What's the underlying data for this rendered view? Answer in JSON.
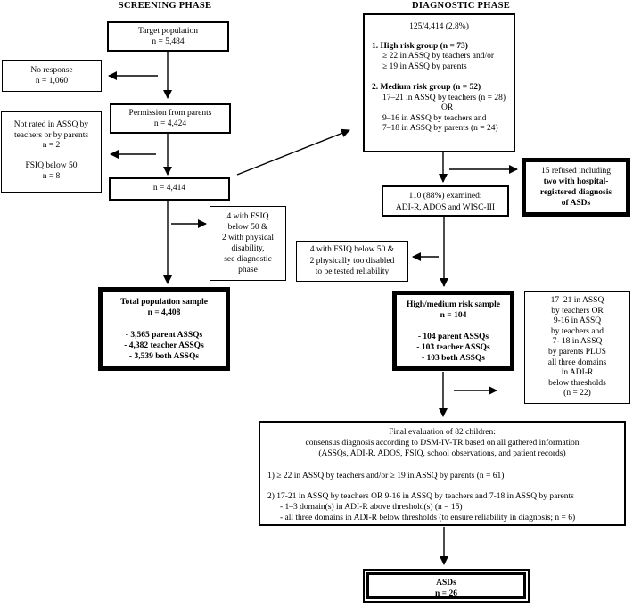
{
  "titles": {
    "screening": "SCREENING PHASE",
    "diagnostic": "DIAGNOSTIC PHASE"
  },
  "colors": {
    "line": "#000000",
    "background": "#ffffff"
  },
  "boxes": {
    "target_population": {
      "lines": [
        "Target population",
        "n = 5,484"
      ]
    },
    "no_response": {
      "lines": [
        "No response",
        "n = 1,060"
      ]
    },
    "permission": {
      "lines": [
        "Permission from parents",
        "n = 4,424"
      ]
    },
    "not_rated": {
      "lines": [
        "Not rated in ASSQ by",
        "teachers or by parents",
        "n = 2",
        "",
        "FSIQ below 50",
        "n = 8"
      ]
    },
    "n4414": {
      "lines": [
        "n = 4,414"
      ]
    },
    "diagnostic_group": {
      "rate": "125/4,414 (2.8%)",
      "high_risk_title": "1. High risk group (n = 73)",
      "high_risk_criteria": [
        "≥ 22 in ASSQ by teachers and/or",
        "≥ 19 in ASSQ by parents"
      ],
      "medium_risk_title": "2. Medium risk group (n = 52)",
      "medium_risk_line1": "17–21 in ASSQ by teachers (n = 28)",
      "medium_risk_or": "OR",
      "medium_risk_line2": "9–16 in ASSQ by teachers and",
      "medium_risk_line3": "7–18 in ASSQ by parents (n = 24)"
    },
    "refused": {
      "intro": "15 refused including",
      "bold_lines": [
        "two with hospital-",
        "registered diagnosis",
        "of ASDs"
      ]
    },
    "examined": {
      "lines": [
        "110 (88%) examined:",
        "ADI-R, ADOS and WISC-III"
      ]
    },
    "excluded_screening": {
      "lines": [
        "4 with FSIQ",
        "below 50 &",
        "2 with physical",
        "disability,",
        "see diagnostic",
        "phase"
      ]
    },
    "excluded_diagnostic": {
      "lines": [
        "4 with FSIQ below 50 &",
        "2 physically too disabled",
        "to be tested reliability"
      ]
    },
    "total_population": {
      "title": "Total population sample",
      "n": "n = 4,408",
      "details": [
        "- 3,565 parent ASSQs",
        "- 4,382 teacher ASSQs",
        "- 3,539 both ASSQs"
      ]
    },
    "high_medium": {
      "title": "High/medium risk sample",
      "n": "n = 104",
      "details": [
        "- 104 parent ASSQs",
        "- 103 teacher ASSQs",
        "- 103 both ASSQs"
      ]
    },
    "adir_excluded": {
      "lines": [
        "17–21 in ASSQ",
        "by teachers OR",
        "9-16 in ASSQ",
        "by teachers and",
        "7- 18 in ASSQ",
        "by parents PLUS",
        "all three domains",
        "in ADI-R",
        "below thresholds",
        "(n = 22)"
      ]
    },
    "final_evaluation": {
      "header": [
        "Final evaluation of 82 children:",
        "consensus diagnosis according to DSM-IV-TR based on all gathered information",
        "(ASSQs, ADI-R, ADOS, FSIQ, school observations, and patient records)"
      ],
      "item1": "1) ≥ 22 in ASSQ by teachers and/or ≥ 19 in ASSQ by parents (n = 61)",
      "item2": "2) 17-21 in ASSQ by teachers OR 9-16 in ASSQ by teachers and 7-18 in ASSQ by parents",
      "item2_sub": [
        "- 1–3 domain(s) in ADI-R above threshold(s) (n = 15)",
        "- all three domains in ADI-R below thresholds (to ensure reliability in diagnosis; n = 6)"
      ]
    },
    "asds": {
      "lines": [
        "ASDs",
        "n = 26"
      ]
    }
  }
}
